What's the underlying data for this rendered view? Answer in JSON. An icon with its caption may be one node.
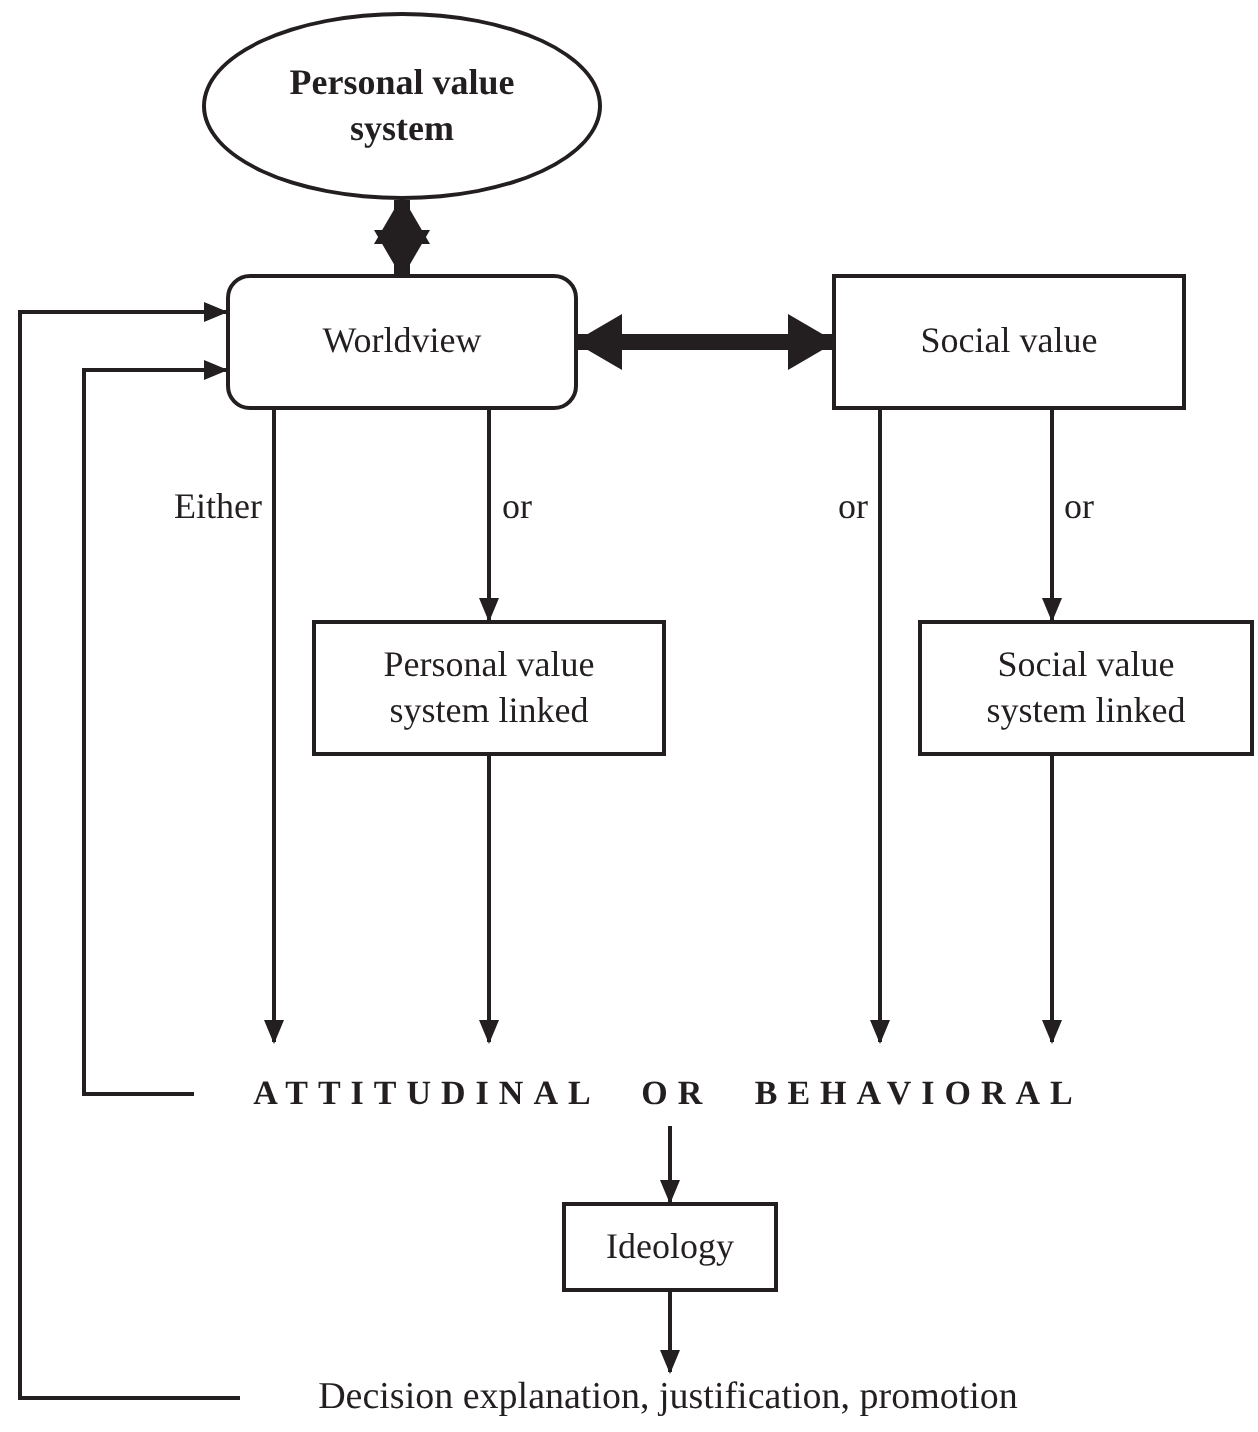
{
  "diagram": {
    "nodes": [
      {
        "text": [
          "Personal value system"
        ]
      },
      {
        "text": [
          "Worldview"
        ]
      },
      {
        "text": [
          "Social value"
        ]
      },
      {
        "text": [
          "Personal value system linked"
        ]
      },
      {
        "text": [
          "Social value system linked"
        ]
      },
      {
        "text": [
          "ATTITUDINAL OR BEHAVIORAL"
        ]
      },
      {
        "text": [
          "Ideology"
        ]
      },
      {
        "text": [
          "Decision explanation, justification, promotion"
        ]
      }
    ],
    "edges": [
      {
        "from": 0,
        "to": 1,
        "arrow": "both",
        "style": "thick"
      },
      {
        "from": 1,
        "to": 2,
        "arrow": "both",
        "style": "thick"
      },
      {
        "from": 1,
        "to": 5,
        "arrow": "to",
        "label": "Either"
      },
      {
        "from": 1,
        "to": 3,
        "arrow": "to",
        "label": "or"
      },
      {
        "from": 3,
        "to": 5,
        "arrow": "to"
      },
      {
        "from": 2,
        "to": 5,
        "arrow": "to",
        "label": "or"
      },
      {
        "from": 2,
        "to": 4,
        "arrow": "to",
        "label": "or"
      },
      {
        "from": 4,
        "to": 5,
        "arrow": "to"
      },
      {
        "from": 5,
        "to": 6,
        "arrow": "to"
      },
      {
        "from": 6,
        "to": 7,
        "arrow": "to"
      },
      {
        "from": 5,
        "to": 1,
        "arrow": "to"
      },
      {
        "from": 7,
        "to": 1,
        "arrow": "to"
      }
    ]
  }
}
